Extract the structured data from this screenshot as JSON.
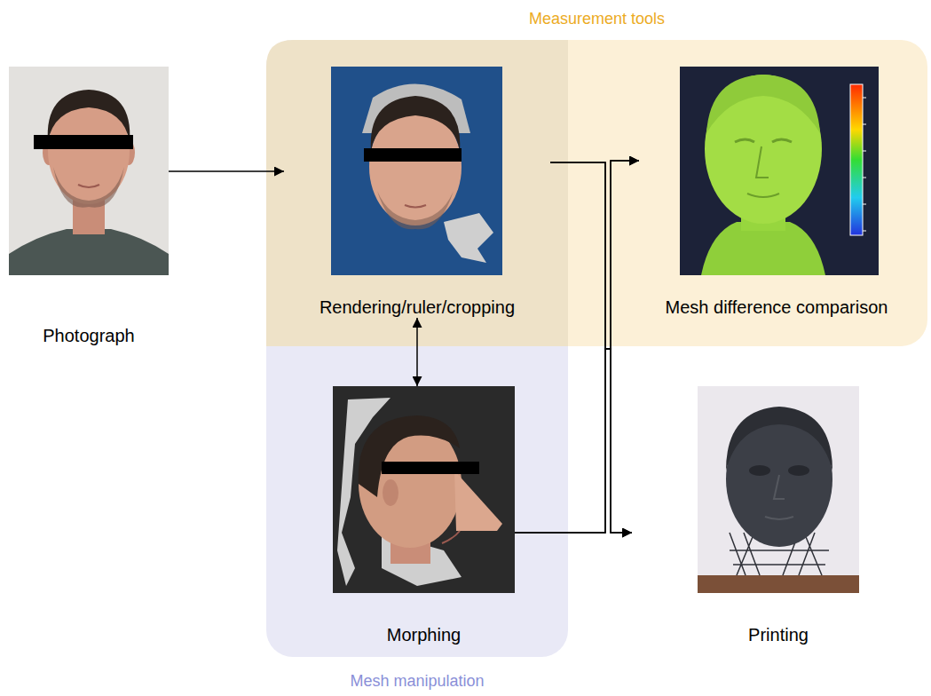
{
  "diagram": {
    "nodes": [
      {
        "text": [
          "Photograph"
        ]
      },
      {
        "text": [
          "Measurement tools"
        ]
      },
      {
        "text": [
          "Rendering/ruler/cropping"
        ],
        "in": 1
      },
      {
        "text": [
          "Mesh difference comparison"
        ],
        "in": 1
      },
      {
        "text": [
          "Mesh manipulation"
        ]
      },
      {
        "text": [
          "Morphing"
        ],
        "in": 4
      },
      {
        "text": [
          "Printing"
        ]
      }
    ],
    "edges": [
      {
        "from": 0,
        "to": 2,
        "arrow": "to"
      },
      {
        "from": 2,
        "to": 5,
        "arrow": "both"
      },
      {
        "from": 2,
        "to": 3,
        "arrow": "to"
      },
      {
        "from": 2,
        "to": 6,
        "arrow": "to"
      },
      {
        "from": 5,
        "to": 3,
        "arrow": "to"
      },
      {
        "from": 5,
        "to": 6,
        "arrow": "to"
      }
    ]
  }
}
